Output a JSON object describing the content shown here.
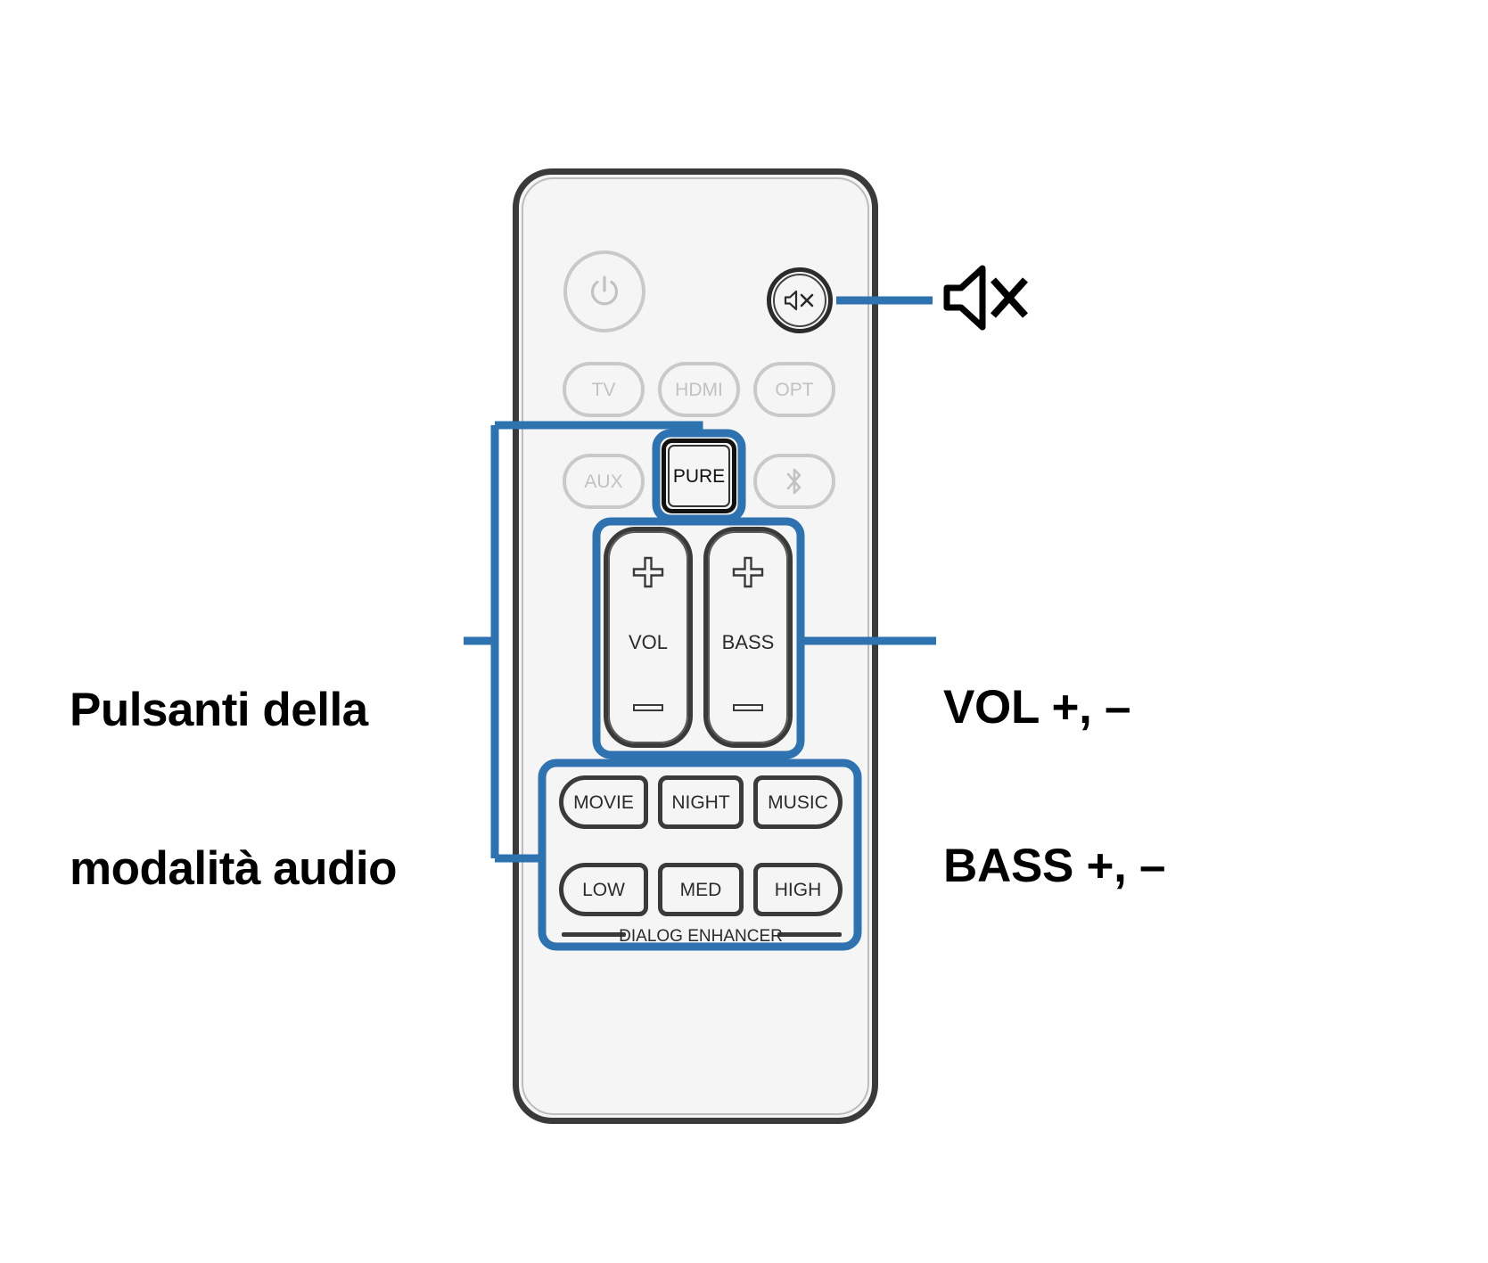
{
  "figure": {
    "type": "remote-control-diagram",
    "device": "soundbar-remote",
    "language": "it"
  },
  "colors": {
    "annotation_blue": "#2E72B0",
    "remote_body": "#f5f5f5",
    "remote_outline": "#3a3a3a",
    "faded_button": "#c2c2c2",
    "active_button": "#2b2b2b",
    "text": "#000000"
  },
  "callouts": {
    "left": {
      "name": "audio-mode-buttons-callout",
      "line1": "Pulsanti della",
      "line2": "modalità audio"
    },
    "right_top": {
      "name": "mute-callout",
      "icon": "mute-speaker-x-icon"
    },
    "right_bottom": {
      "name": "vol-bass-callout",
      "line1": "VOL +, –",
      "line2": "BASS +, –"
    }
  },
  "remote": {
    "power_button": {
      "label": "",
      "icon": "power-icon"
    },
    "mute_button": {
      "label": "",
      "icon": "mute-speaker-x-icon"
    },
    "source_row_1": [
      {
        "id": "tv",
        "label": "TV",
        "state": "faded"
      },
      {
        "id": "hdmi",
        "label": "HDMI",
        "state": "faded"
      },
      {
        "id": "opt",
        "label": "OPT",
        "state": "faded"
      }
    ],
    "source_row_2": [
      {
        "id": "aux",
        "label": "AUX",
        "state": "faded"
      },
      {
        "id": "pure",
        "label": "PURE",
        "state": "highlighted"
      },
      {
        "id": "bluetooth",
        "label": "",
        "state": "faded",
        "icon": "bluetooth-icon"
      }
    ],
    "rockers": [
      {
        "id": "vol",
        "label": "VOL",
        "plus": "+",
        "minus": "–"
      },
      {
        "id": "bass",
        "label": "BASS",
        "plus": "+",
        "minus": "–"
      }
    ],
    "mode_row_1": [
      {
        "id": "movie",
        "label": "MOVIE"
      },
      {
        "id": "night",
        "label": "NIGHT"
      },
      {
        "id": "music",
        "label": "MUSIC"
      }
    ],
    "mode_row_2": [
      {
        "id": "low",
        "label": "LOW"
      },
      {
        "id": "med",
        "label": "MED"
      },
      {
        "id": "high",
        "label": "HIGH"
      }
    ],
    "dialog_enhancer_caption": "DIALOG ENHANCER"
  }
}
